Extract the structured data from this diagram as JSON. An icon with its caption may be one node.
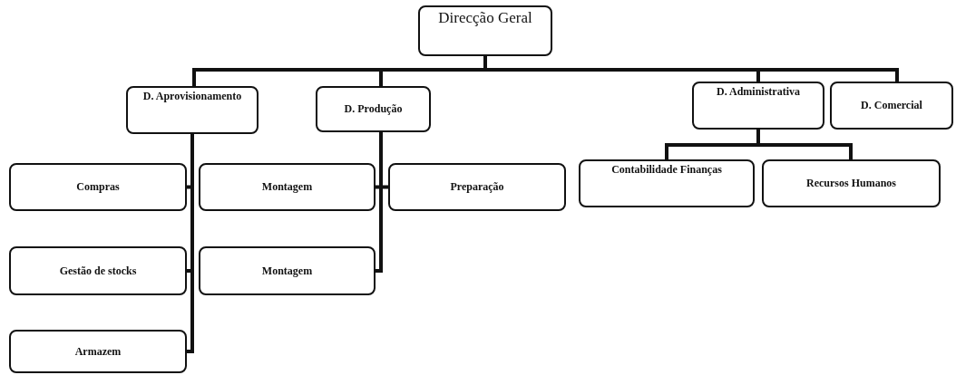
{
  "diagram": {
    "nodes": [
      {
        "text": [
          "Direcção Geral"
        ]
      },
      {
        "text": [
          "D. Aprovisionamento"
        ]
      },
      {
        "text": [
          "D. Produção"
        ]
      },
      {
        "text": [
          "D. Administrativa"
        ]
      },
      {
        "text": [
          "D. Comercial"
        ]
      },
      {
        "text": [
          "Compras"
        ]
      },
      {
        "text": [
          "Gestão de stocks"
        ]
      },
      {
        "text": [
          "Armazem"
        ]
      },
      {
        "text": [
          "Montagem"
        ]
      },
      {
        "text": [
          "Montagem"
        ]
      },
      {
        "text": [
          "Preparação"
        ]
      },
      {
        "text": [
          "Contabilidade Finanças"
        ]
      },
      {
        "text": [
          "Recursos Humanos"
        ]
      }
    ],
    "edges": [
      {
        "from": 0,
        "to": 1,
        "arrow": "none"
      },
      {
        "from": 0,
        "to": 2,
        "arrow": "none"
      },
      {
        "from": 0,
        "to": 3,
        "arrow": "none"
      },
      {
        "from": 0,
        "to": 4,
        "arrow": "none"
      },
      {
        "from": 1,
        "to": 5,
        "arrow": "none"
      },
      {
        "from": 1,
        "to": 6,
        "arrow": "none"
      },
      {
        "from": 1,
        "to": 7,
        "arrow": "none"
      },
      {
        "from": 2,
        "to": 8,
        "arrow": "none"
      },
      {
        "from": 2,
        "to": 9,
        "arrow": "none"
      },
      {
        "from": 2,
        "to": 10,
        "arrow": "none"
      },
      {
        "from": 3,
        "to": 11,
        "arrow": "none"
      },
      {
        "from": 3,
        "to": 12,
        "arrow": "none"
      }
    ]
  }
}
